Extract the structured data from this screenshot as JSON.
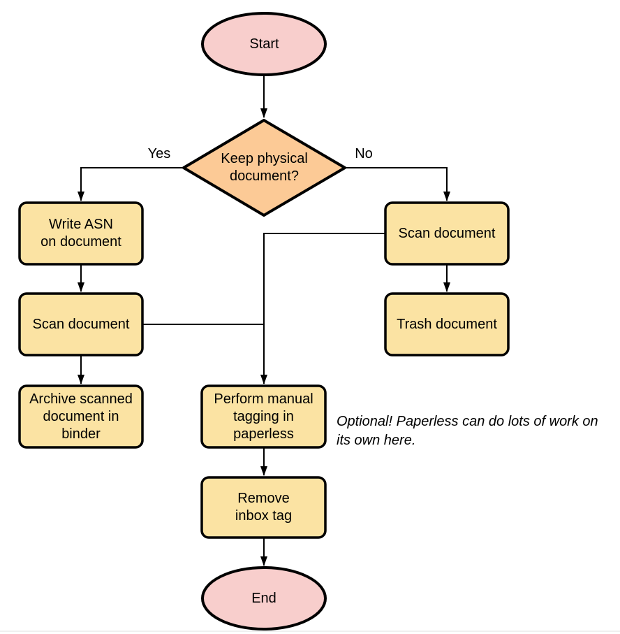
{
  "colors": {
    "terminal_fill": "#F8CECC",
    "decision_fill": "#FCCA96",
    "process_fill": "#FBE3A3",
    "stroke": "#000000",
    "divider": "#ECECEC"
  },
  "nodes": {
    "start": "Start",
    "decision": "Keep physical\ndocument?",
    "write_asn": "Write ASN\non document",
    "scan_left": "Scan document",
    "archive": "Archive scanned\ndocument in\nbinder",
    "scan_right": "Scan document",
    "trash": "Trash document",
    "perform_tagging": "Perform manual\ntagging in\npaperless",
    "remove_inbox": "Remove\ninbox tag",
    "end": "End"
  },
  "edge_labels": {
    "yes": "Yes",
    "no": "No"
  },
  "annotation": "Optional! Paperless can do lots of work on\nits own here."
}
